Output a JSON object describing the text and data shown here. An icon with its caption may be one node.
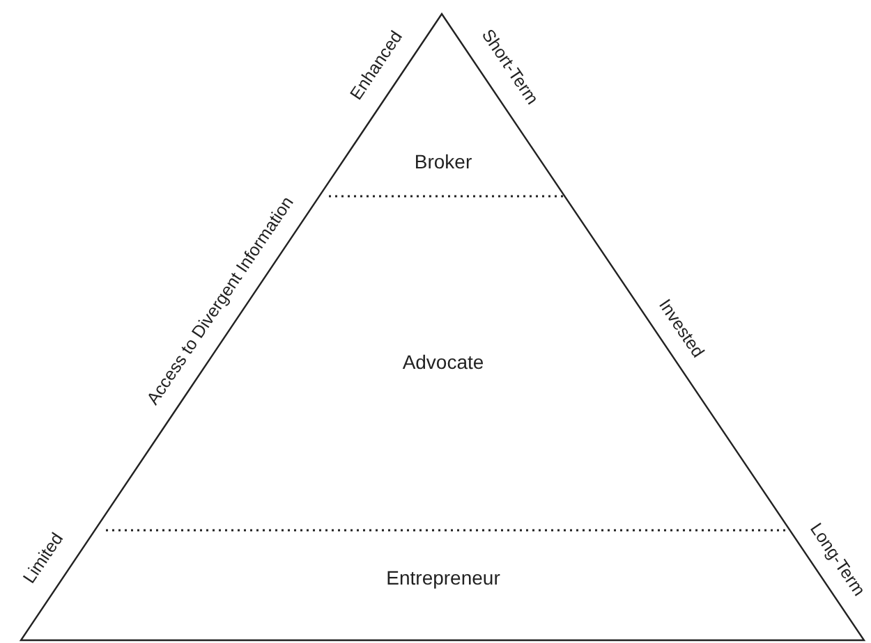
{
  "diagram": {
    "nodes": [
      {
        "text": [
          "Broker"
        ]
      },
      {
        "text": [
          "Advocate"
        ]
      },
      {
        "text": [
          "Entrepreneur"
        ]
      }
    ],
    "labels": [
      "Enhanced",
      "Access to Divergent Information",
      "Limited",
      "Short-Term",
      "Invested",
      "Long-Term"
    ]
  }
}
